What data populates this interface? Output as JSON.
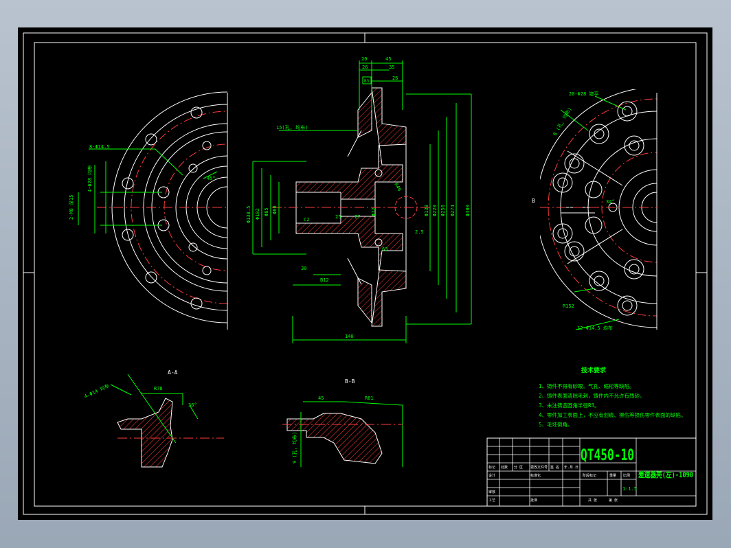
{
  "drawing": {
    "material": "QT450-10",
    "part_name": "差速器壳(左)-1090",
    "scale": "1:1.5"
  },
  "tech_requirements": {
    "heading": "技术要求",
    "items": [
      "1、铸件不得有砂眼、气孔、缩松等缺陷。",
      "2、铸件表面清除毛刺，铸件内不允许有残砂。",
      "3、未注铸造圆角半径R3。",
      "4、零件加工表面上，不应有划痕、擦伤等损伤零件表面的缺陷。",
      "5、毛坯倒角。"
    ]
  },
  "views": {
    "section_aa": "A-A",
    "section_bb": "B-B"
  },
  "dimensions": {
    "top": [
      "20",
      "45",
      "26",
      "35",
      "26",
      "B3"
    ],
    "left_vertical": [
      "Φ138.5",
      "Φ102",
      "Φ85",
      "Φ80"
    ],
    "right_vertical": [
      "Φ138",
      "Φ220",
      "Φ250",
      "Φ274",
      "Φ300"
    ],
    "bottom": [
      "30",
      "B12",
      "140"
    ],
    "mid": [
      "Φ72",
      "2.5",
      "R40",
      "C2",
      "25",
      "27",
      "63"
    ],
    "callouts": [
      "15(孔, 均布)",
      "8-Φ14.5",
      "4-Φ28 均布",
      "2-M8 深15",
      "20-Φ28 锪平",
      "12-Φ14.5 均布",
      "R152",
      "8 (孔, 均布)",
      "45°",
      "34°"
    ],
    "section_aa_dims": [
      "4-Φ14 均布",
      "R78",
      "36°"
    ],
    "section_bb_dims": [
      "45",
      "R81",
      "9 (孔, 均布)"
    ]
  },
  "title_block": {
    "row1": [
      "标记",
      "处数",
      "分 区",
      "更改文件号",
      "签 名",
      "年.月.日"
    ],
    "row2": [
      "设计",
      "",
      "标准化",
      "",
      "阶段标记",
      "重量",
      "比例"
    ],
    "row3": [
      "审核"
    ],
    "row4": [
      "工艺",
      "",
      "批准",
      "",
      "共 张",
      "第 张"
    ]
  }
}
